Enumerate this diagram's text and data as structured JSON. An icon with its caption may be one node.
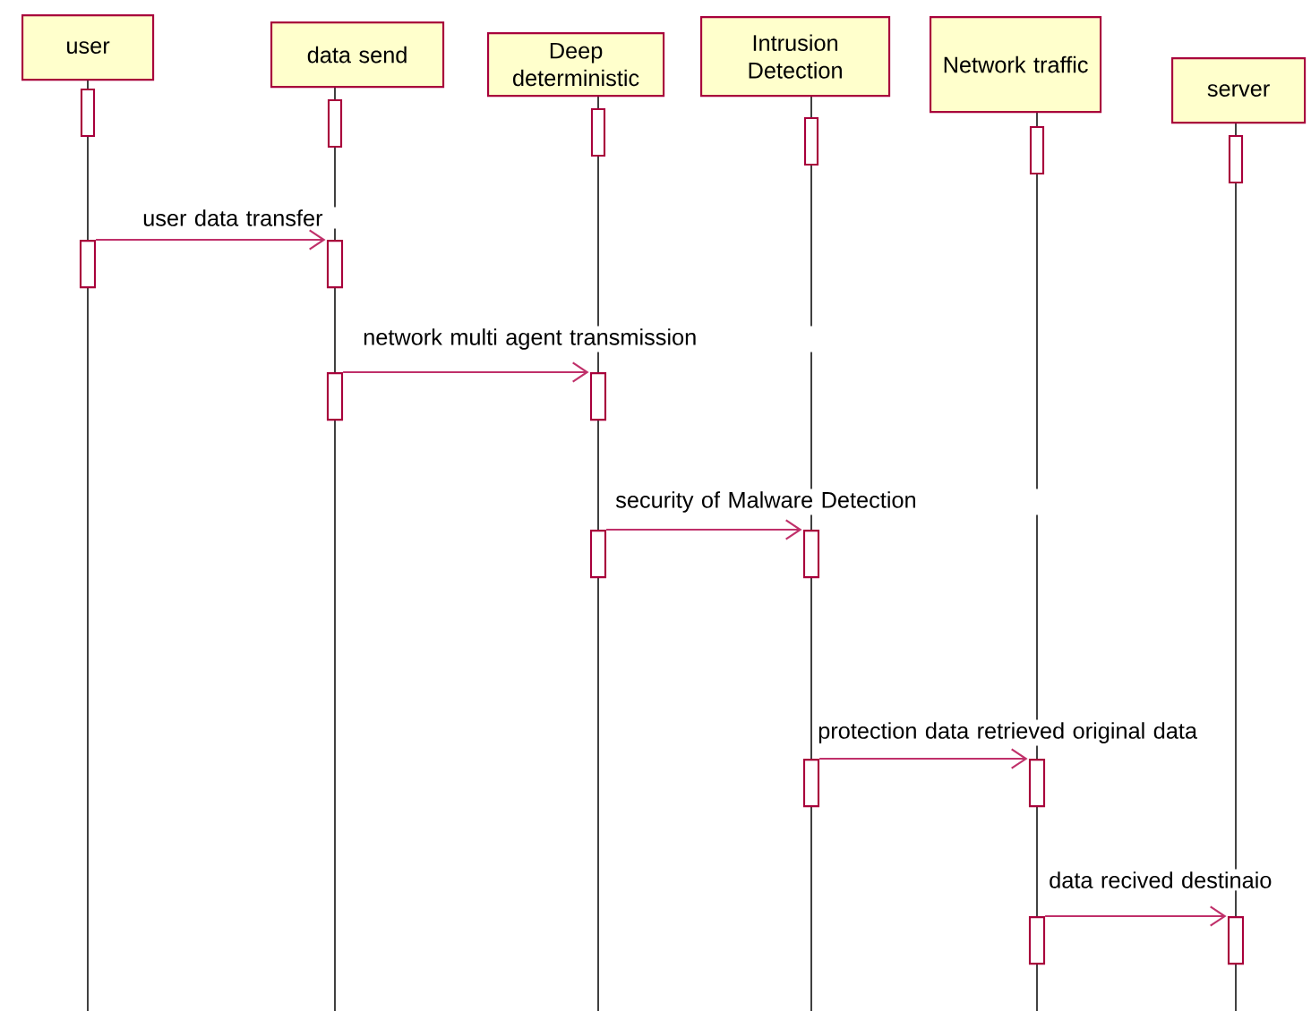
{
  "diagram": {
    "nodes": [
      {
        "text": [
          "user"
        ]
      },
      {
        "text": [
          "data send"
        ]
      },
      {
        "text": [
          "Deep deterministic"
        ]
      },
      {
        "text": [
          "Intrusion Detection"
        ]
      },
      {
        "text": [
          "Network traffic"
        ]
      },
      {
        "text": [
          "server"
        ]
      },
      {
        "text": [],
        "shape": "bar"
      },
      {
        "text": [],
        "shape": "bar"
      },
      {
        "text": [],
        "shape": "bar"
      },
      {
        "text": [],
        "shape": "bar"
      },
      {
        "text": [],
        "shape": "bar"
      },
      {
        "text": [],
        "shape": "bar"
      },
      {
        "text": [],
        "shape": "bar"
      },
      {
        "text": [],
        "shape": "bar"
      },
      {
        "text": [],
        "shape": "bar"
      },
      {
        "text": [],
        "shape": "bar"
      }
    ],
    "edges": [
      {
        "from": 6,
        "to": 7,
        "arrow": "to",
        "label": "user data transfer"
      },
      {
        "from": 8,
        "to": 9,
        "arrow": "to",
        "label": "network multi agent transmission"
      },
      {
        "from": 10,
        "to": 11,
        "arrow": "to",
        "label": "security of Malware Detection"
      },
      {
        "from": 12,
        "to": 13,
        "arrow": "to",
        "label": "protection data retrieved original data"
      },
      {
        "from": 14,
        "to": 15,
        "arrow": "to",
        "label": "data recived destinaio"
      }
    ]
  }
}
